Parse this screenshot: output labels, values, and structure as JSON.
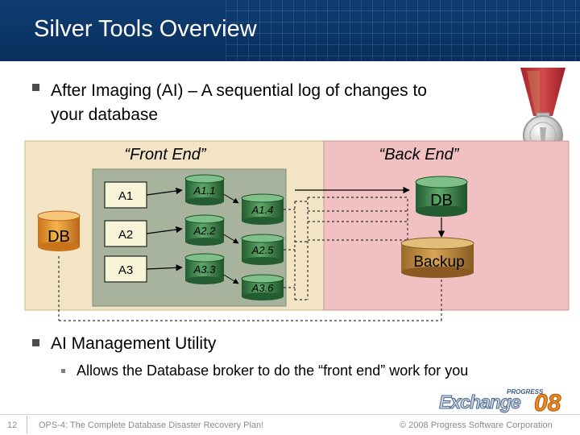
{
  "slide": {
    "title": "Silver Tools Overview",
    "bullet1": "After Imaging (AI) – A sequential log of changes to your database",
    "bullet1_line1": "After Imaging (AI) – A sequential log of changes to",
    "bullet1_line2": "your database",
    "bullet2": "AI Management Utility",
    "sub_bullet": "Allows the Database broker to do the “front end” work for you"
  },
  "diagram": {
    "front_label": "“Front End”",
    "back_label": "“Back End”",
    "db_front": "DB",
    "db_back": "DB",
    "backup": "Backup",
    "areas": [
      "A1",
      "A2",
      "A3"
    ],
    "extents": [
      "A1.1",
      "A1.4",
      "A2.2",
      "A2.5",
      "A3.3",
      "A3.6"
    ],
    "colors": {
      "front_bg": "#f2e4c4",
      "back_bg": "#f1c0c3",
      "extent_bg": "#a8b39d",
      "cylinder_orange": "#f0a43a",
      "cylinder_green": "#3f8a4f"
    }
  },
  "footer": {
    "page": "12",
    "talk": "OPS-4: The Complete Database Disaster Recovery Plan!",
    "copyright": "© 2008 Progress Software Corporation",
    "logo_small": "PROGRESS",
    "logo_main": "Exchange",
    "logo_year": "08"
  }
}
